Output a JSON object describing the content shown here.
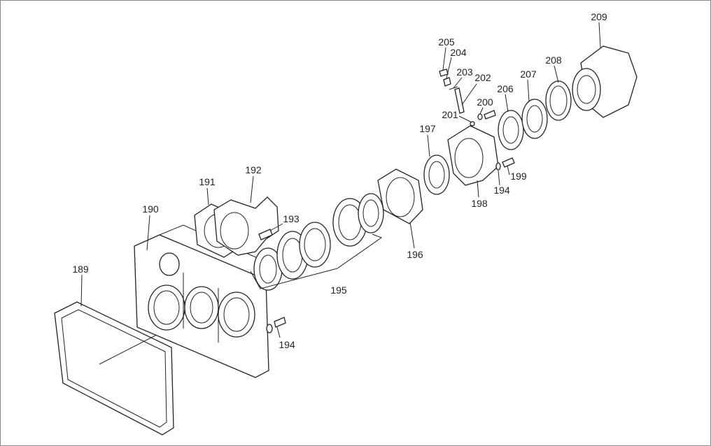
{
  "title": "Exploded parts diagram",
  "callouts": [
    {
      "id": "c209",
      "number": "209"
    },
    {
      "id": "c205",
      "number": "205"
    },
    {
      "id": "c204",
      "number": "204"
    },
    {
      "id": "c203",
      "number": "203"
    },
    {
      "id": "c202",
      "number": "202"
    },
    {
      "id": "c208",
      "number": "208"
    },
    {
      "id": "c207",
      "number": "207"
    },
    {
      "id": "c206",
      "number": "206"
    },
    {
      "id": "c200",
      "number": "200"
    },
    {
      "id": "c201",
      "number": "201"
    },
    {
      "id": "c197",
      "number": "197"
    },
    {
      "id": "c199",
      "number": "199"
    },
    {
      "id": "c194a",
      "number": "194"
    },
    {
      "id": "c198",
      "number": "198"
    },
    {
      "id": "c192",
      "number": "192"
    },
    {
      "id": "c191",
      "number": "191"
    },
    {
      "id": "c193",
      "number": "193"
    },
    {
      "id": "c190",
      "number": "190"
    },
    {
      "id": "c196",
      "number": "196"
    },
    {
      "id": "c195",
      "number": "195"
    },
    {
      "id": "c189",
      "number": "189"
    },
    {
      "id": "c194b",
      "number": "194"
    }
  ]
}
